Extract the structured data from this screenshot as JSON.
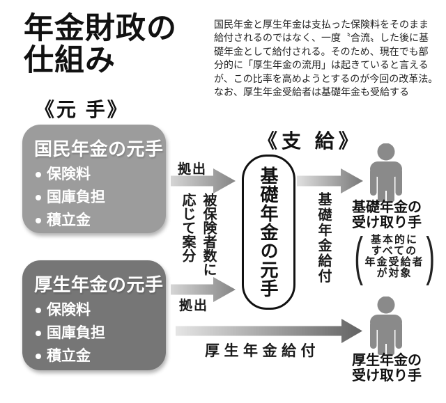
{
  "title": {
    "text": "年金財政の\n仕組み"
  },
  "intro": {
    "lines": [
      "国民年金と厚生年金は支払った保険料をそのまま",
      "給付されるのではなく、一度〝合流〟した後に基",
      "礎年金として給付される。そのため、現在でも部",
      "分的に「厚生年金の流用」は起きていると言える",
      "が、この比率を高めようとするのが今回の改革法。",
      "なお、厚生年金受給者は基礎年金も受給する"
    ]
  },
  "headings": {
    "sources": "《元 手》",
    "payment": "《支 給》"
  },
  "boxes": [
    {
      "title": "国民年金の元手",
      "items": [
        "保険料",
        "国庫負担",
        "積立金"
      ]
    },
    {
      "title": "厚生年金の元手",
      "items": [
        "保険料",
        "国庫負担",
        "積立金"
      ]
    }
  ],
  "pool": {
    "label": "基礎年金の元手"
  },
  "flows": {
    "contribution_top": "拠出",
    "contribution_bottom": "拠出",
    "allocation": "被保険者数に応じて案分",
    "basic_pension_benefit": "基礎年金給付",
    "kosei_pension_benefit": "厚生年金給付"
  },
  "recipients": [
    {
      "label": "基礎年金の\n受け取り手",
      "note_open": "(",
      "note_lines": [
        "基本的に",
        "すべての",
        "年金受給者",
        "が対象"
      ],
      "note_close": ")"
    },
    {
      "label": "厚生年金の\n受け取り手"
    }
  ],
  "colors": {
    "box_kokumin": "#9c9c9c",
    "box_kosei": "#767676",
    "person": "#8a8a8a",
    "arrow_small_light": "#d5d5d5",
    "arrow_small_dark": "#858585",
    "arrow_long_light": "#e5e5e5",
    "arrow_long_dark": "#636363",
    "capsule_border": "#111111",
    "text": "#1a1a1a"
  }
}
